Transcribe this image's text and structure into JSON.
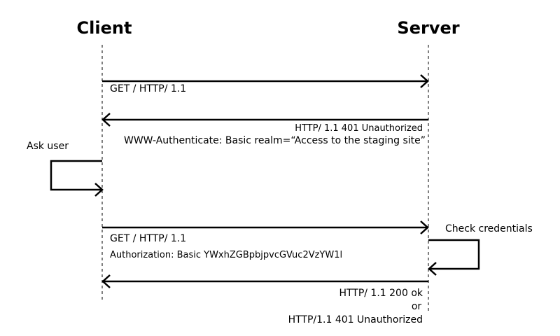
{
  "actors": {
    "client": "Client",
    "server": "Server"
  },
  "messages": {
    "request1": "GET / HTTP/ 1.1",
    "response1_status": "HTTP/ 1.1 401 Unauthorized",
    "response1_header": "WWW-Authenticate: Basic realm=“Access to the staging site”",
    "ask_user": "Ask user",
    "request2": "GET / HTTP/ 1.1",
    "request2_header": "Authorization: Basic YWxhZGBpbjpvcGVuc2VzYW1l",
    "check_credentials": "Check credentials",
    "response2_ok": "HTTP/ 1.1   200 ok",
    "response2_or": "or",
    "response2_unauth": "HTTP/1.1   401 Unauthorized"
  }
}
